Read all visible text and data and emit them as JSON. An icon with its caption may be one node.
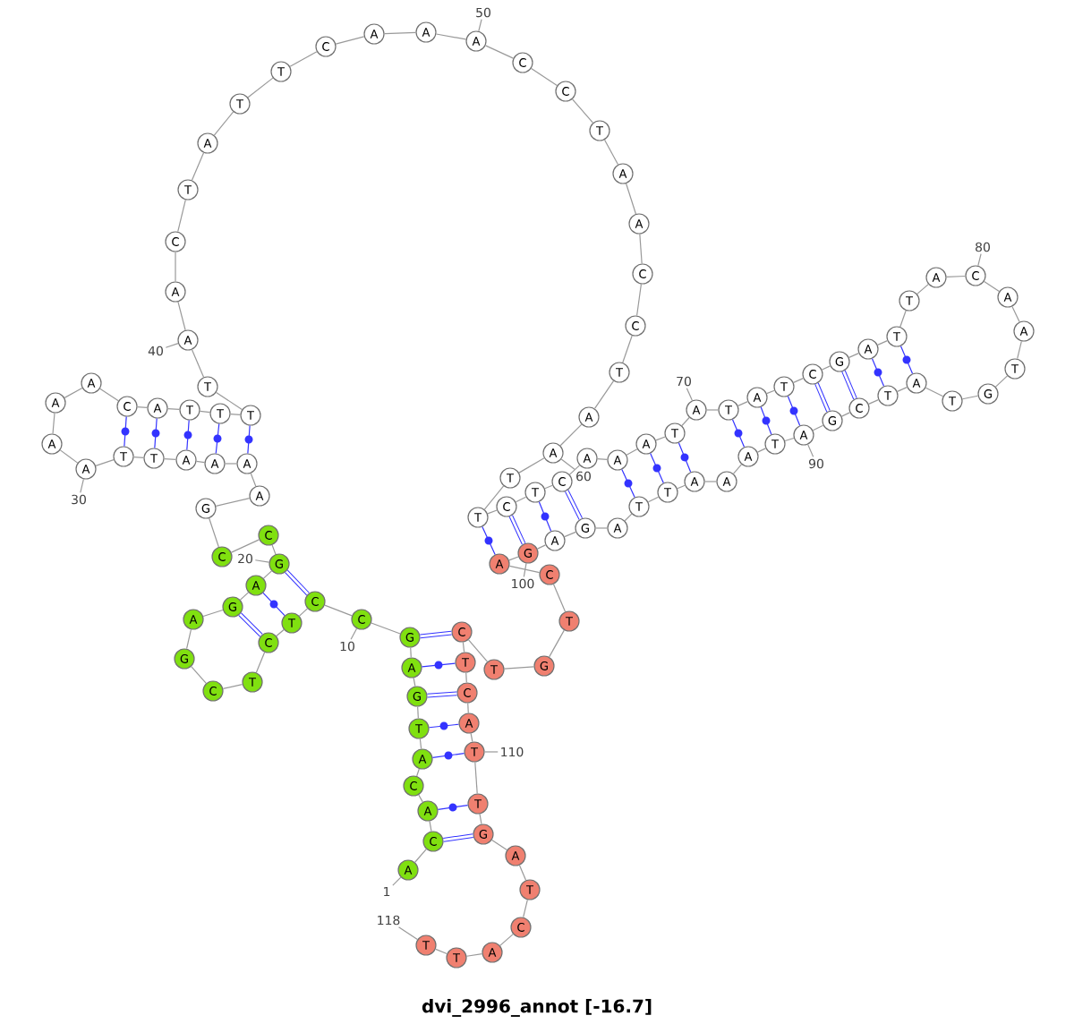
{
  "diagram": {
    "title": "dvi_2996_annot [-16.7]",
    "nodes": [
      {
        "text": [
          "A"
        ]
      },
      {
        "text": [
          "C"
        ]
      },
      {
        "text": [
          "A"
        ]
      },
      {
        "text": [
          "C"
        ]
      },
      {
        "text": [
          "A"
        ]
      },
      {
        "text": [
          "T"
        ]
      },
      {
        "text": [
          "G"
        ]
      },
      {
        "text": [
          "A"
        ]
      },
      {
        "text": [
          "G"
        ]
      },
      {
        "text": [
          "C"
        ]
      },
      {
        "text": [
          "C"
        ]
      },
      {
        "text": [
          "T"
        ]
      },
      {
        "text": [
          "C"
        ]
      },
      {
        "text": [
          "T"
        ]
      },
      {
        "text": [
          "C"
        ]
      },
      {
        "text": [
          "G"
        ]
      },
      {
        "text": [
          "A"
        ]
      },
      {
        "text": [
          "G"
        ]
      },
      {
        "text": [
          "A"
        ]
      },
      {
        "text": [
          "G"
        ]
      },
      {
        "text": [
          "C"
        ]
      },
      {
        "text": [
          "C"
        ]
      },
      {
        "text": [
          "G"
        ]
      },
      {
        "text": [
          "A"
        ]
      },
      {
        "text": [
          "A"
        ]
      },
      {
        "text": [
          "A"
        ]
      },
      {
        "text": [
          "A"
        ]
      },
      {
        "text": [
          "T"
        ]
      },
      {
        "text": [
          "T"
        ]
      },
      {
        "text": [
          "A"
        ]
      },
      {
        "text": [
          "A"
        ]
      },
      {
        "text": [
          "A"
        ]
      },
      {
        "text": [
          "A"
        ]
      },
      {
        "text": [
          "C"
        ]
      },
      {
        "text": [
          "A"
        ]
      },
      {
        "text": [
          "T"
        ]
      },
      {
        "text": [
          "T"
        ]
      },
      {
        "text": [
          "T"
        ]
      },
      {
        "text": [
          "T"
        ]
      },
      {
        "text": [
          "A"
        ]
      },
      {
        "text": [
          "A"
        ]
      },
      {
        "text": [
          "C"
        ]
      },
      {
        "text": [
          "T"
        ]
      },
      {
        "text": [
          "A"
        ]
      },
      {
        "text": [
          "T"
        ]
      },
      {
        "text": [
          "T"
        ]
      },
      {
        "text": [
          "C"
        ]
      },
      {
        "text": [
          "A"
        ]
      },
      {
        "text": [
          "A"
        ]
      },
      {
        "text": [
          "A"
        ]
      },
      {
        "text": [
          "C"
        ]
      },
      {
        "text": [
          "C"
        ]
      },
      {
        "text": [
          "T"
        ]
      },
      {
        "text": [
          "A"
        ]
      },
      {
        "text": [
          "A"
        ]
      },
      {
        "text": [
          "C"
        ]
      },
      {
        "text": [
          "C"
        ]
      },
      {
        "text": [
          "T"
        ]
      },
      {
        "text": [
          "A"
        ]
      },
      {
        "text": [
          "A"
        ]
      },
      {
        "text": [
          "T"
        ]
      },
      {
        "text": [
          "T"
        ]
      },
      {
        "text": [
          "C"
        ]
      },
      {
        "text": [
          "T"
        ]
      },
      {
        "text": [
          "C"
        ]
      },
      {
        "text": [
          "A"
        ]
      },
      {
        "text": [
          "A"
        ]
      },
      {
        "text": [
          "A"
        ]
      },
      {
        "text": [
          "T"
        ]
      },
      {
        "text": [
          "A"
        ]
      },
      {
        "text": [
          "T"
        ]
      },
      {
        "text": [
          "A"
        ]
      },
      {
        "text": [
          "T"
        ]
      },
      {
        "text": [
          "C"
        ]
      },
      {
        "text": [
          "G"
        ]
      },
      {
        "text": [
          "A"
        ]
      },
      {
        "text": [
          "T"
        ]
      },
      {
        "text": [
          "T"
        ]
      },
      {
        "text": [
          "A"
        ]
      },
      {
        "text": [
          "C"
        ]
      },
      {
        "text": [
          "A"
        ]
      },
      {
        "text": [
          "A"
        ]
      },
      {
        "text": [
          "T"
        ]
      },
      {
        "text": [
          "G"
        ]
      },
      {
        "text": [
          "T"
        ]
      },
      {
        "text": [
          "A"
        ]
      },
      {
        "text": [
          "T"
        ]
      },
      {
        "text": [
          "C"
        ]
      },
      {
        "text": [
          "G"
        ]
      },
      {
        "text": [
          "A"
        ]
      },
      {
        "text": [
          "T"
        ]
      },
      {
        "text": [
          "A"
        ]
      },
      {
        "text": [
          "A"
        ]
      },
      {
        "text": [
          "A"
        ]
      },
      {
        "text": [
          "T"
        ]
      },
      {
        "text": [
          "T"
        ]
      },
      {
        "text": [
          "A"
        ]
      },
      {
        "text": [
          "G"
        ]
      },
      {
        "text": [
          "A"
        ]
      },
      {
        "text": [
          "G"
        ]
      },
      {
        "text": [
          "A"
        ]
      },
      {
        "text": [
          "C"
        ]
      },
      {
        "text": [
          "T"
        ]
      },
      {
        "text": [
          "G"
        ]
      },
      {
        "text": [
          "T"
        ]
      },
      {
        "text": [
          "C"
        ]
      },
      {
        "text": [
          "T"
        ]
      },
      {
        "text": [
          "C"
        ]
      },
      {
        "text": [
          "A"
        ]
      },
      {
        "text": [
          "T"
        ]
      },
      {
        "text": [
          "T"
        ]
      },
      {
        "text": [
          "G"
        ]
      },
      {
        "text": [
          "A"
        ]
      },
      {
        "text": [
          "T"
        ]
      },
      {
        "text": [
          "C"
        ]
      },
      {
        "text": [
          "A"
        ]
      },
      {
        "text": [
          "T"
        ]
      },
      {
        "text": [
          "T"
        ]
      },
      {
        "text": [
          "1"
        ]
      },
      {
        "text": [
          "10"
        ]
      },
      {
        "text": [
          "20"
        ]
      },
      {
        "text": [
          "30"
        ]
      },
      {
        "text": [
          "40"
        ]
      },
      {
        "text": [
          "50"
        ]
      },
      {
        "text": [
          "60"
        ]
      },
      {
        "text": [
          "70"
        ]
      },
      {
        "text": [
          "80"
        ]
      },
      {
        "text": [
          "90"
        ]
      },
      {
        "text": [
          "100"
        ]
      },
      {
        "text": [
          "110"
        ]
      },
      {
        "text": [
          "118"
        ]
      }
    ],
    "edges": [
      {
        "from": 0,
        "to": 1,
        "arrow": "none"
      },
      {
        "from": 1,
        "to": 2,
        "arrow": "none"
      },
      {
        "from": 2,
        "to": 3,
        "arrow": "none"
      },
      {
        "from": 3,
        "to": 4,
        "arrow": "none"
      },
      {
        "from": 4,
        "to": 5,
        "arrow": "none"
      },
      {
        "from": 5,
        "to": 6,
        "arrow": "none"
      },
      {
        "from": 6,
        "to": 7,
        "arrow": "none"
      },
      {
        "from": 7,
        "to": 8,
        "arrow": "none"
      },
      {
        "from": 8,
        "to": 9,
        "arrow": "none"
      },
      {
        "from": 9,
        "to": 10,
        "arrow": "none"
      },
      {
        "from": 10,
        "to": 11,
        "arrow": "none"
      },
      {
        "from": 11,
        "to": 12,
        "arrow": "none"
      },
      {
        "from": 12,
        "to": 13,
        "arrow": "none"
      },
      {
        "from": 13,
        "to": 14,
        "arrow": "none"
      },
      {
        "from": 14,
        "to": 15,
        "arrow": "none"
      },
      {
        "from": 15,
        "to": 16,
        "arrow": "none"
      },
      {
        "from": 16,
        "to": 17,
        "arrow": "none"
      },
      {
        "from": 17,
        "to": 18,
        "arrow": "none"
      },
      {
        "from": 18,
        "to": 19,
        "arrow": "none"
      },
      {
        "from": 19,
        "to": 20,
        "arrow": "none"
      },
      {
        "from": 20,
        "to": 21,
        "arrow": "none"
      },
      {
        "from": 21,
        "to": 22,
        "arrow": "none"
      },
      {
        "from": 22,
        "to": 23,
        "arrow": "none"
      },
      {
        "from": 23,
        "to": 24,
        "arrow": "none"
      },
      {
        "from": 24,
        "to": 25,
        "arrow": "none"
      },
      {
        "from": 25,
        "to": 26,
        "arrow": "none"
      },
      {
        "from": 26,
        "to": 27,
        "arrow": "none"
      },
      {
        "from": 27,
        "to": 28,
        "arrow": "none"
      },
      {
        "from": 28,
        "to": 29,
        "arrow": "none"
      },
      {
        "from": 29,
        "to": 30,
        "arrow": "none"
      },
      {
        "from": 30,
        "to": 31,
        "arrow": "none"
      },
      {
        "from": 31,
        "to": 32,
        "arrow": "none"
      },
      {
        "from": 32,
        "to": 33,
        "arrow": "none"
      },
      {
        "from": 33,
        "to": 34,
        "arrow": "none"
      },
      {
        "from": 34,
        "to": 35,
        "arrow": "none"
      },
      {
        "from": 35,
        "to": 36,
        "arrow": "none"
      },
      {
        "from": 36,
        "to": 37,
        "arrow": "none"
      },
      {
        "from": 37,
        "to": 38,
        "arrow": "none"
      },
      {
        "from": 38,
        "to": 39,
        "arrow": "none"
      },
      {
        "from": 39,
        "to": 40,
        "arrow": "none"
      },
      {
        "from": 40,
        "to": 41,
        "arrow": "none"
      },
      {
        "from": 41,
        "to": 42,
        "arrow": "none"
      },
      {
        "from": 42,
        "to": 43,
        "arrow": "none"
      },
      {
        "from": 43,
        "to": 44,
        "arrow": "none"
      },
      {
        "from": 44,
        "to": 45,
        "arrow": "none"
      },
      {
        "from": 45,
        "to": 46,
        "arrow": "none"
      },
      {
        "from": 46,
        "to": 47,
        "arrow": "none"
      },
      {
        "from": 47,
        "to": 48,
        "arrow": "none"
      },
      {
        "from": 48,
        "to": 49,
        "arrow": "none"
      },
      {
        "from": 49,
        "to": 50,
        "arrow": "none"
      },
      {
        "from": 50,
        "to": 51,
        "arrow": "none"
      },
      {
        "from": 51,
        "to": 52,
        "arrow": "none"
      },
      {
        "from": 52,
        "to": 53,
        "arrow": "none"
      },
      {
        "from": 53,
        "to": 54,
        "arrow": "none"
      },
      {
        "from": 54,
        "to": 55,
        "arrow": "none"
      },
      {
        "from": 55,
        "to": 56,
        "arrow": "none"
      },
      {
        "from": 56,
        "to": 57,
        "arrow": "none"
      },
      {
        "from": 57,
        "to": 58,
        "arrow": "none"
      },
      {
        "from": 58,
        "to": 59,
        "arrow": "none"
      },
      {
        "from": 59,
        "to": 60,
        "arrow": "none"
      },
      {
        "from": 60,
        "to": 61,
        "arrow": "none"
      },
      {
        "from": 61,
        "to": 62,
        "arrow": "none"
      },
      {
        "from": 62,
        "to": 63,
        "arrow": "none"
      },
      {
        "from": 63,
        "to": 64,
        "arrow": "none"
      },
      {
        "from": 64,
        "to": 65,
        "arrow": "none"
      },
      {
        "from": 65,
        "to": 66,
        "arrow": "none"
      },
      {
        "from": 66,
        "to": 67,
        "arrow": "none"
      },
      {
        "from": 67,
        "to": 68,
        "arrow": "none"
      },
      {
        "from": 68,
        "to": 69,
        "arrow": "none"
      },
      {
        "from": 69,
        "to": 70,
        "arrow": "none"
      },
      {
        "from": 70,
        "to": 71,
        "arrow": "none"
      },
      {
        "from": 71,
        "to": 72,
        "arrow": "none"
      },
      {
        "from": 72,
        "to": 73,
        "arrow": "none"
      },
      {
        "from": 73,
        "to": 74,
        "arrow": "none"
      },
      {
        "from": 74,
        "to": 75,
        "arrow": "none"
      },
      {
        "from": 75,
        "to": 76,
        "arrow": "none"
      },
      {
        "from": 76,
        "to": 77,
        "arrow": "none"
      },
      {
        "from": 77,
        "to": 78,
        "arrow": "none"
      },
      {
        "from": 78,
        "to": 79,
        "arrow": "none"
      },
      {
        "from": 79,
        "to": 80,
        "arrow": "none"
      },
      {
        "from": 80,
        "to": 81,
        "arrow": "none"
      },
      {
        "from": 81,
        "to": 82,
        "arrow": "none"
      },
      {
        "from": 82,
        "to": 83,
        "arrow": "none"
      },
      {
        "from": 83,
        "to": 84,
        "arrow": "none"
      },
      {
        "from": 84,
        "to": 85,
        "arrow": "none"
      },
      {
        "from": 85,
        "to": 86,
        "arrow": "none"
      },
      {
        "from": 86,
        "to": 87,
        "arrow": "none"
      },
      {
        "from": 87,
        "to": 88,
        "arrow": "none"
      },
      {
        "from": 88,
        "to": 89,
        "arrow": "none"
      },
      {
        "from": 89,
        "to": 90,
        "arrow": "none"
      },
      {
        "from": 90,
        "to": 91,
        "arrow": "none"
      },
      {
        "from": 91,
        "to": 92,
        "arrow": "none"
      },
      {
        "from": 92,
        "to": 93,
        "arrow": "none"
      },
      {
        "from": 93,
        "to": 94,
        "arrow": "none"
      },
      {
        "from": 94,
        "to": 95,
        "arrow": "none"
      },
      {
        "from": 95,
        "to": 96,
        "arrow": "none"
      },
      {
        "from": 96,
        "to": 97,
        "arrow": "none"
      },
      {
        "from": 97,
        "to": 98,
        "arrow": "none"
      },
      {
        "from": 98,
        "to": 99,
        "arrow": "none"
      },
      {
        "from": 99,
        "to": 100,
        "arrow": "none"
      },
      {
        "from": 100,
        "to": 101,
        "arrow": "none"
      },
      {
        "from": 101,
        "to": 102,
        "arrow": "none"
      },
      {
        "from": 102,
        "to": 103,
        "arrow": "none"
      },
      {
        "from": 103,
        "to": 104,
        "arrow": "none"
      },
      {
        "from": 104,
        "to": 105,
        "arrow": "none"
      },
      {
        "from": 105,
        "to": 106,
        "arrow": "none"
      },
      {
        "from": 106,
        "to": 107,
        "arrow": "none"
      },
      {
        "from": 107,
        "to": 108,
        "arrow": "none"
      },
      {
        "from": 108,
        "to": 109,
        "arrow": "none"
      },
      {
        "from": 109,
        "to": 110,
        "arrow": "none"
      },
      {
        "from": 110,
        "to": 111,
        "arrow": "none"
      },
      {
        "from": 111,
        "to": 112,
        "arrow": "none"
      },
      {
        "from": 112,
        "to": 113,
        "arrow": "none"
      },
      {
        "from": 113,
        "to": 114,
        "arrow": "none"
      },
      {
        "from": 114,
        "to": 115,
        "arrow": "none"
      },
      {
        "from": 115,
        "to": 116,
        "arrow": "none"
      },
      {
        "from": 116,
        "to": 117,
        "arrow": "none"
      },
      {
        "from": 1,
        "to": 111,
        "arrow": "none",
        "style": "thick",
        "color": "#3333ff"
      },
      {
        "from": 2,
        "to": 110,
        "arrow": "none",
        "color": "#3333ff"
      },
      {
        "from": 4,
        "to": 109,
        "arrow": "none",
        "color": "#3333ff"
      },
      {
        "from": 5,
        "to": 108,
        "arrow": "none",
        "color": "#3333ff"
      },
      {
        "from": 6,
        "to": 107,
        "arrow": "none",
        "style": "thick",
        "color": "#3333ff"
      },
      {
        "from": 7,
        "to": 106,
        "arrow": "none",
        "color": "#3333ff"
      },
      {
        "from": 8,
        "to": 105,
        "arrow": "none",
        "style": "thick",
        "color": "#3333ff"
      },
      {
        "from": 10,
        "to": 19,
        "arrow": "none",
        "style": "thick",
        "color": "#3333ff"
      },
      {
        "from": 11,
        "to": 18,
        "arrow": "none",
        "color": "#3333ff"
      },
      {
        "from": 12,
        "to": 17,
        "arrow": "none",
        "style": "thick",
        "color": "#3333ff"
      },
      {
        "from": 24,
        "to": 37,
        "arrow": "none",
        "color": "#3333ff"
      },
      {
        "from": 25,
        "to": 36,
        "arrow": "none",
        "color": "#3333ff"
      },
      {
        "from": 26,
        "to": 35,
        "arrow": "none",
        "color": "#3333ff"
      },
      {
        "from": 27,
        "to": 34,
        "arrow": "none",
        "color": "#3333ff"
      },
      {
        "from": 28,
        "to": 33,
        "arrow": "none",
        "color": "#3333ff"
      },
      {
        "from": 61,
        "to": 100,
        "arrow": "none",
        "color": "#3333ff"
      },
      {
        "from": 62,
        "to": 99,
        "arrow": "none",
        "style": "thick",
        "color": "#3333ff"
      },
      {
        "from": 63,
        "to": 98,
        "arrow": "none",
        "color": "#3333ff"
      },
      {
        "from": 64,
        "to": 97,
        "arrow": "none",
        "style": "thick",
        "color": "#3333ff"
      },
      {
        "from": 66,
        "to": 95,
        "arrow": "none",
        "color": "#3333ff"
      },
      {
        "from": 67,
        "to": 94,
        "arrow": "none",
        "color": "#3333ff"
      },
      {
        "from": 68,
        "to": 93,
        "arrow": "none",
        "color": "#3333ff"
      },
      {
        "from": 70,
        "to": 91,
        "arrow": "none",
        "color": "#3333ff"
      },
      {
        "from": 71,
        "to": 90,
        "arrow": "none",
        "color": "#3333ff"
      },
      {
        "from": 72,
        "to": 89,
        "arrow": "none",
        "color": "#3333ff"
      },
      {
        "from": 73,
        "to": 88,
        "arrow": "none",
        "style": "thick",
        "color": "#3333ff"
      },
      {
        "from": 74,
        "to": 87,
        "arrow": "none",
        "style": "thick",
        "color": "#3333ff"
      },
      {
        "from": 75,
        "to": 86,
        "arrow": "none",
        "color": "#3333ff"
      },
      {
        "from": 76,
        "to": 85,
        "arrow": "none",
        "color": "#3333ff"
      },
      {
        "from": 118,
        "to": 0,
        "arrow": "none"
      },
      {
        "from": 119,
        "to": 9,
        "arrow": "none"
      },
      {
        "from": 120,
        "to": 19,
        "arrow": "none"
      },
      {
        "from": 121,
        "to": 29,
        "arrow": "none"
      },
      {
        "from": 122,
        "to": 39,
        "arrow": "none"
      },
      {
        "from": 123,
        "to": 49,
        "arrow": "none"
      },
      {
        "from": 124,
        "to": 59,
        "arrow": "none"
      },
      {
        "from": 125,
        "to": 69,
        "arrow": "none"
      },
      {
        "from": 126,
        "to": 79,
        "arrow": "none"
      },
      {
        "from": 127,
        "to": 89,
        "arrow": "none"
      },
      {
        "from": 128,
        "to": 99,
        "arrow": "none"
      },
      {
        "from": 129,
        "to": 109,
        "arrow": "none"
      },
      {
        "from": 130,
        "to": 117,
        "arrow": "none"
      }
    ]
  }
}
